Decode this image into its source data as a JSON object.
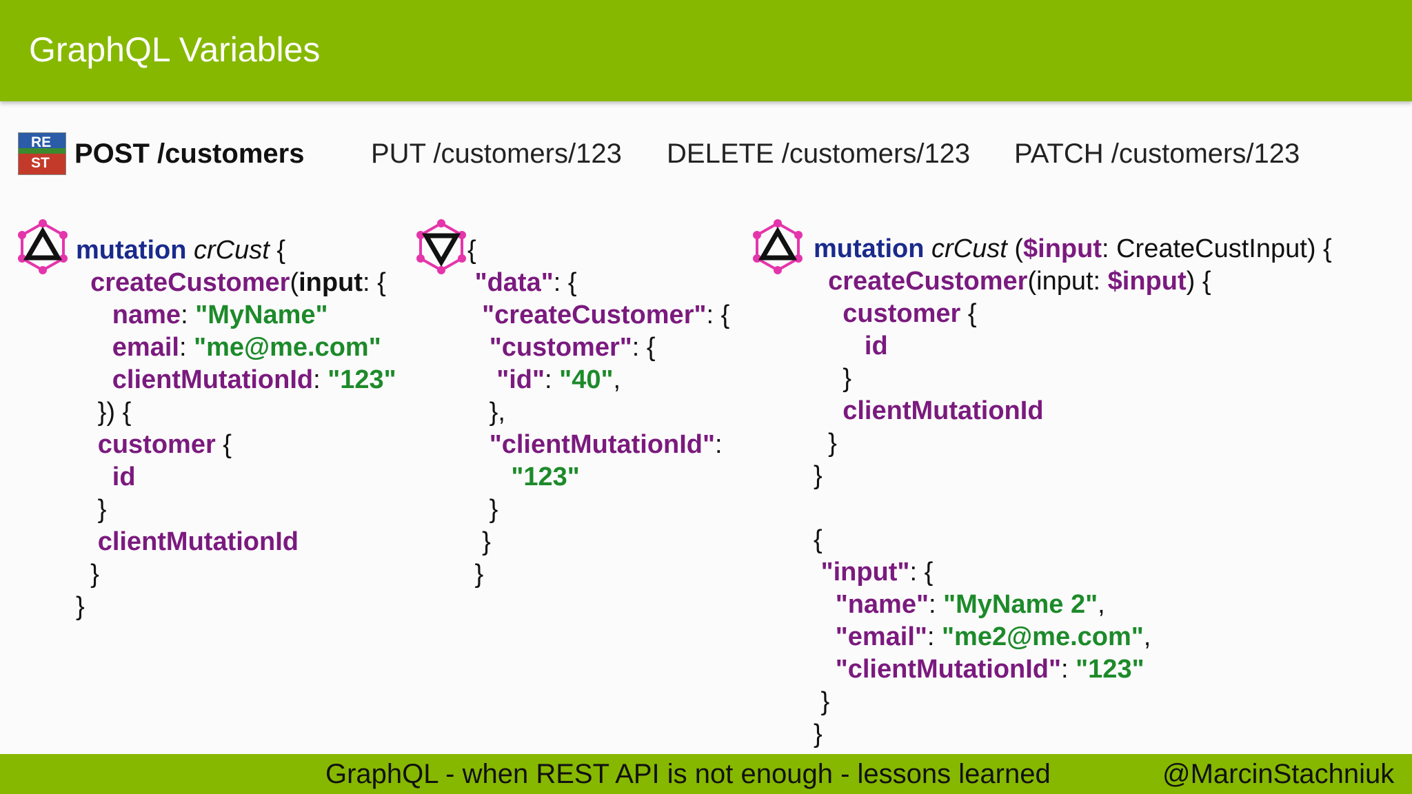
{
  "header": {
    "title": "GraphQL Variables"
  },
  "rest": {
    "logo_top": "RE",
    "logo_bottom": "ST",
    "items": [
      "POST /customers",
      "PUT /customers/123",
      "DELETE /customers/123",
      "PATCH /customers/123"
    ]
  },
  "icons": {
    "graphql": "graphql-logo-icon",
    "graphql_response": "graphql-response-icon"
  },
  "colors": {
    "accent": "#86b800",
    "keyword": "#1a2a8c",
    "field": "#7a1a7e",
    "string": "#1d8a2a",
    "icon_pink": "#e535ab"
  },
  "code": {
    "left": [
      [
        [
          "kw",
          "mutation"
        ],
        [
          "plain",
          " "
        ],
        [
          "ital",
          "crCust"
        ],
        [
          "plain",
          " {"
        ]
      ],
      [
        [
          "plain",
          "  "
        ],
        [
          "fld",
          "createCustomer"
        ],
        [
          "plain",
          "("
        ],
        [
          "bold",
          "input"
        ],
        [
          "plain",
          ": {"
        ]
      ],
      [
        [
          "plain",
          "     "
        ],
        [
          "fld",
          "name"
        ],
        [
          "plain",
          ": "
        ],
        [
          "str",
          "\"MyName\""
        ]
      ],
      [
        [
          "plain",
          "     "
        ],
        [
          "fld",
          "email"
        ],
        [
          "plain",
          ": "
        ],
        [
          "str",
          "\"me@me.com\""
        ]
      ],
      [
        [
          "plain",
          "     "
        ],
        [
          "fld",
          "clientMutationId"
        ],
        [
          "plain",
          ": "
        ],
        [
          "str",
          "\"123\""
        ]
      ],
      [
        [
          "plain",
          "   }) {"
        ]
      ],
      [
        [
          "plain",
          "   "
        ],
        [
          "fld",
          "customer"
        ],
        [
          "plain",
          " {"
        ]
      ],
      [
        [
          "plain",
          "     "
        ],
        [
          "fld",
          "id"
        ]
      ],
      [
        [
          "plain",
          "   }"
        ]
      ],
      [
        [
          "plain",
          "   "
        ],
        [
          "fld",
          "clientMutationId"
        ]
      ],
      [
        [
          "plain",
          "  }"
        ]
      ],
      [
        [
          "plain",
          "}"
        ]
      ]
    ],
    "middle": [
      [
        [
          "plain",
          "{"
        ]
      ],
      [
        [
          "plain",
          " "
        ],
        [
          "fld",
          "\"data\""
        ],
        [
          "plain",
          ": {"
        ]
      ],
      [
        [
          "plain",
          "  "
        ],
        [
          "fld",
          "\"createCustomer\""
        ],
        [
          "plain",
          ": {"
        ]
      ],
      [
        [
          "plain",
          "   "
        ],
        [
          "fld",
          "\"customer\""
        ],
        [
          "plain",
          ": {"
        ]
      ],
      [
        [
          "plain",
          "    "
        ],
        [
          "fld",
          "\"id\""
        ],
        [
          "plain",
          ": "
        ],
        [
          "str",
          "\"40\""
        ],
        [
          "plain",
          ","
        ]
      ],
      [
        [
          "plain",
          "   },"
        ]
      ],
      [
        [
          "plain",
          "   "
        ],
        [
          "fld",
          "\"clientMutationId\""
        ],
        [
          "plain",
          ":"
        ]
      ],
      [
        [
          "plain",
          "      "
        ],
        [
          "str",
          "\"123\""
        ]
      ],
      [
        [
          "plain",
          "   }"
        ]
      ],
      [
        [
          "plain",
          "  }"
        ]
      ],
      [
        [
          "plain",
          " }"
        ]
      ]
    ],
    "right_query": [
      [
        [
          "kw",
          "mutation"
        ],
        [
          "plain",
          " "
        ],
        [
          "ital",
          "crCust"
        ],
        [
          "plain",
          " ("
        ],
        [
          "fld",
          "$input"
        ],
        [
          "plain",
          ": CreateCustInput) {"
        ]
      ],
      [
        [
          "plain",
          "  "
        ],
        [
          "fld",
          "createCustomer"
        ],
        [
          "plain",
          "(input: "
        ],
        [
          "fld",
          "$input"
        ],
        [
          "plain",
          ") {"
        ]
      ],
      [
        [
          "plain",
          "    "
        ],
        [
          "fld",
          "customer"
        ],
        [
          "plain",
          " {"
        ]
      ],
      [
        [
          "plain",
          "       "
        ],
        [
          "fld",
          "id"
        ]
      ],
      [
        [
          "plain",
          "    }"
        ]
      ],
      [
        [
          "plain",
          "    "
        ],
        [
          "fld",
          "clientMutationId"
        ]
      ],
      [
        [
          "plain",
          "  }"
        ]
      ],
      [
        [
          "plain",
          "}"
        ]
      ]
    ],
    "right_vars": [
      [
        [
          "plain",
          "{"
        ]
      ],
      [
        [
          "plain",
          " "
        ],
        [
          "fld",
          "\"input\""
        ],
        [
          "plain",
          ": {"
        ]
      ],
      [
        [
          "plain",
          "   "
        ],
        [
          "fld",
          "\"name\""
        ],
        [
          "plain",
          ": "
        ],
        [
          "str",
          "\"MyName 2\""
        ],
        [
          "plain",
          ","
        ]
      ],
      [
        [
          "plain",
          "   "
        ],
        [
          "fld",
          "\"email\""
        ],
        [
          "plain",
          ": "
        ],
        [
          "str",
          "\"me2@me.com\""
        ],
        [
          "plain",
          ","
        ]
      ],
      [
        [
          "plain",
          "   "
        ],
        [
          "fld",
          "\"clientMutationId\""
        ],
        [
          "plain",
          ": "
        ],
        [
          "str",
          "\"123\""
        ]
      ],
      [
        [
          "plain",
          " }"
        ]
      ],
      [
        [
          "plain",
          "}"
        ]
      ]
    ]
  },
  "footer": {
    "talk_title": "GraphQL - when REST API is not enough - lessons learned",
    "author": "@MarcinStachniuk"
  }
}
